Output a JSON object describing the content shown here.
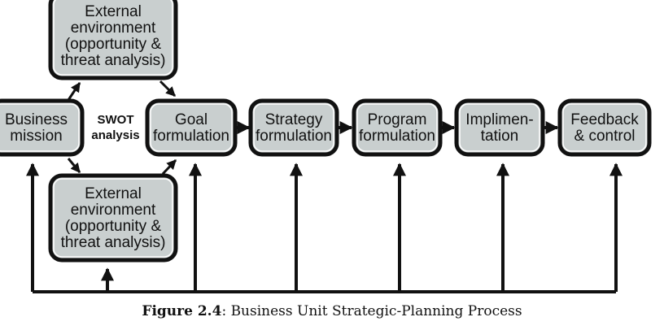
{
  "boxes": [
    {
      "id": "ext-env-top",
      "lines": [
        "External",
        "environment",
        "(opportunity &",
        "threat analysis)"
      ]
    },
    {
      "id": "business-mission",
      "lines": [
        "Business",
        "mission"
      ]
    },
    {
      "id": "goal-formulation",
      "lines": [
        "Goal",
        "formulation"
      ]
    },
    {
      "id": "strategy-formulation",
      "lines": [
        "Strategy",
        "formulation"
      ]
    },
    {
      "id": "program-formulation",
      "lines": [
        "Program",
        "formulation"
      ]
    },
    {
      "id": "implimentation",
      "lines": [
        "Implimen-",
        "tation"
      ]
    },
    {
      "id": "feedback-control",
      "lines": [
        "Feedback",
        "& control"
      ]
    },
    {
      "id": "ext-env-bottom",
      "lines": [
        "External",
        "environment",
        "(opportunity &",
        "threat analysis)"
      ]
    }
  ],
  "swot": {
    "line1": "SWOT",
    "line2": "analysis"
  },
  "caption": {
    "label": "Figure 2.4",
    "text": ": Business Unit Strategic-Planning Process"
  }
}
